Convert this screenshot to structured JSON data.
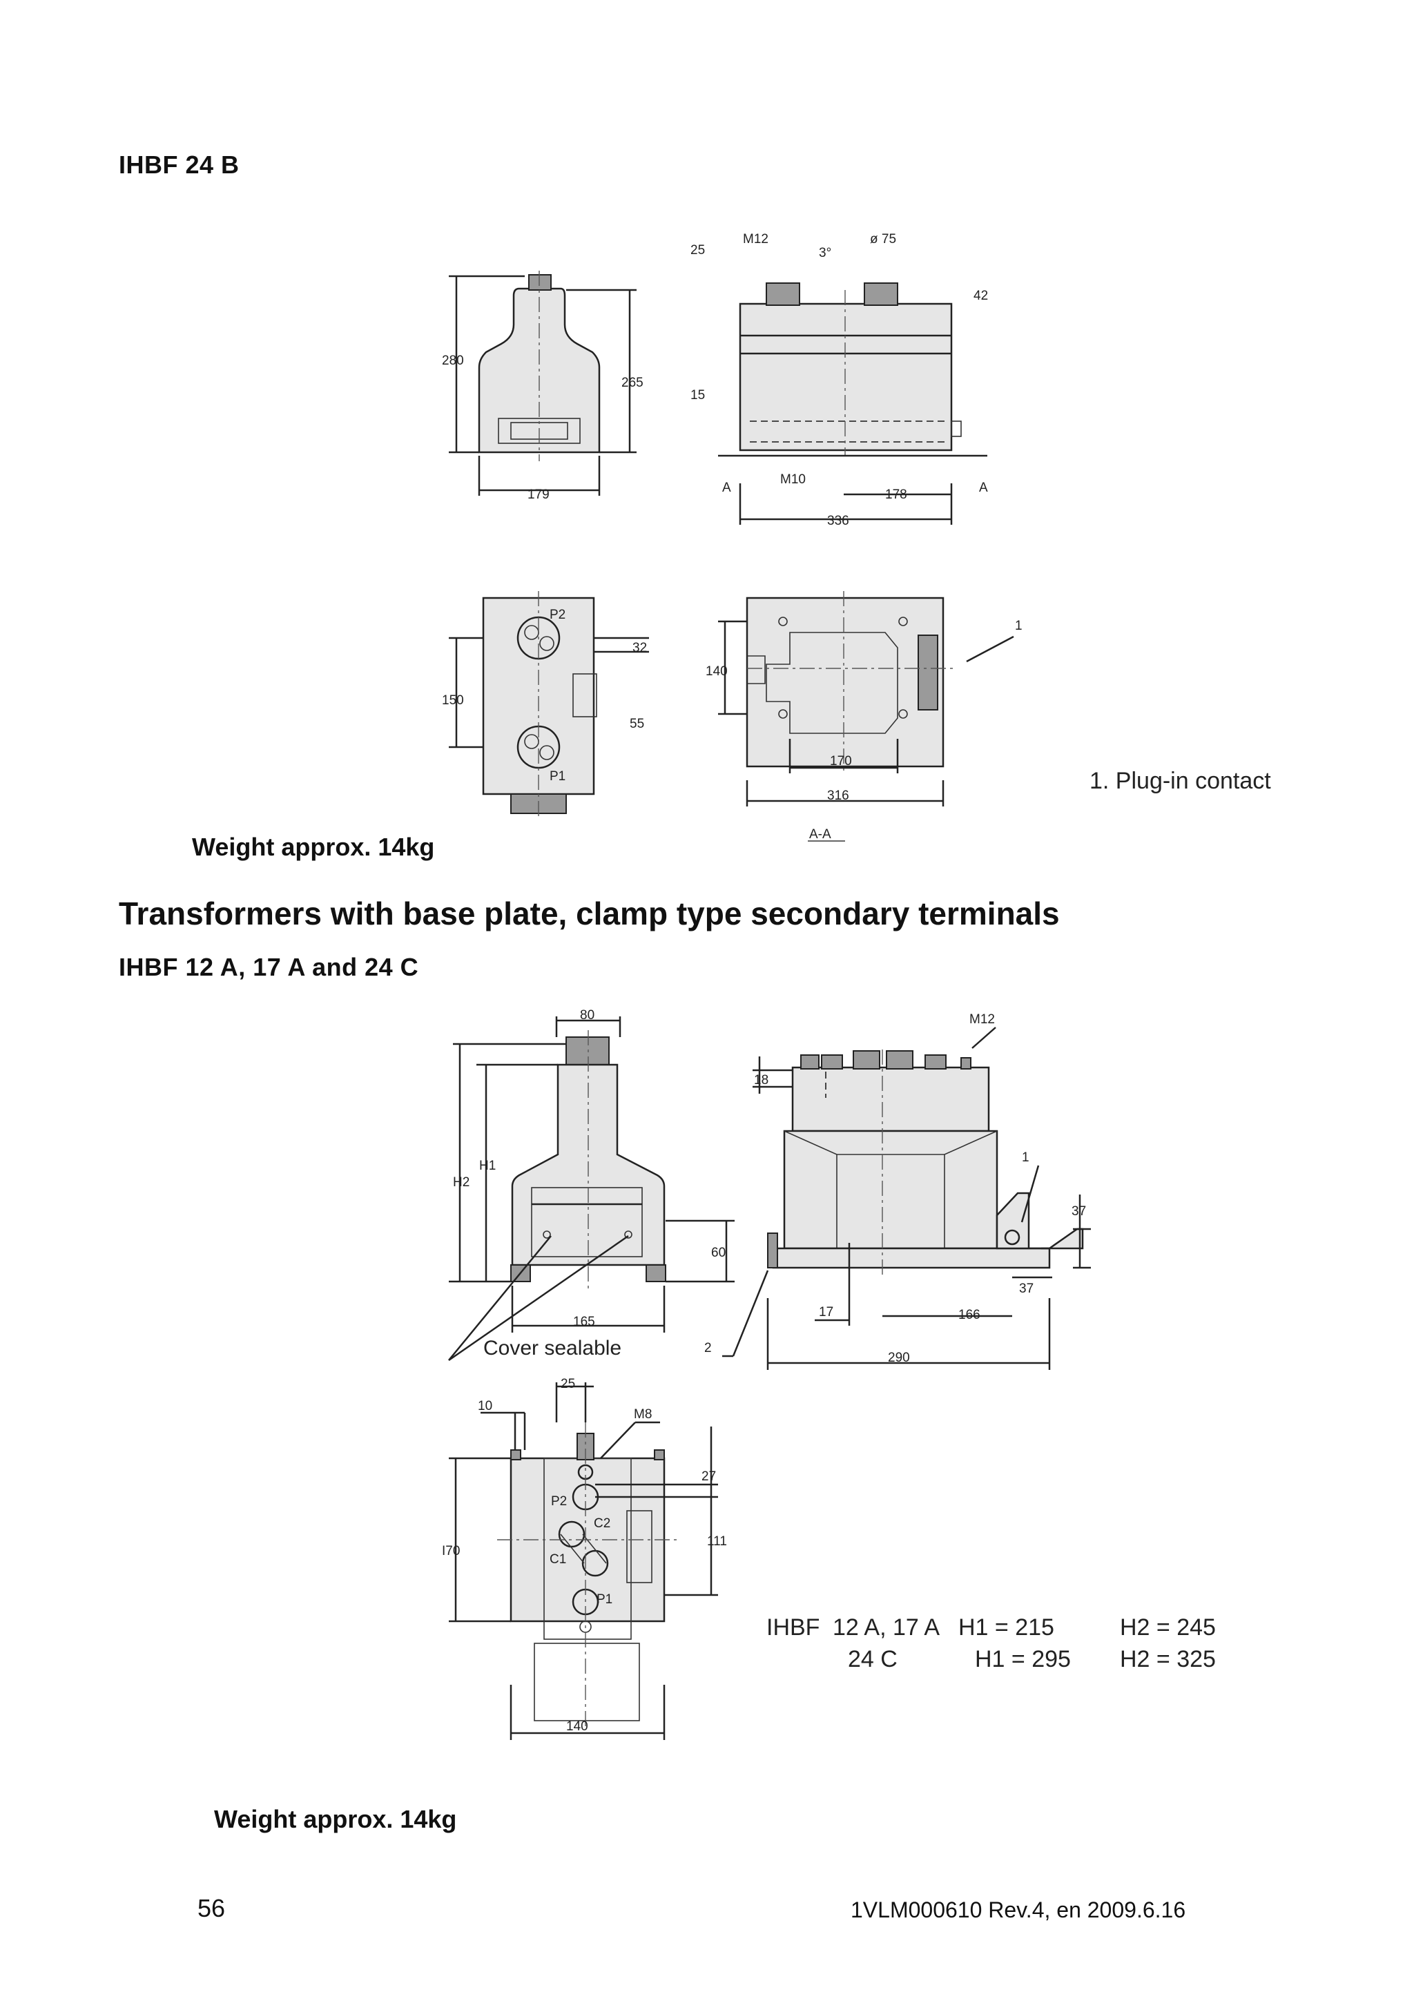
{
  "section1": {
    "model_heading": "IHBF 24 B",
    "weight": "Weight approx. 14kg",
    "note": "1. Plug-in contact",
    "section_label": "A-A",
    "dims": {
      "d280": "280",
      "d265": "265",
      "d179": "179",
      "d25": "25",
      "m12": "M12",
      "d3": "3°",
      "d75": "ø 75",
      "d42": "42",
      "d15": "15",
      "m10": "M10",
      "d178": "178",
      "d336": "336",
      "a": "A",
      "p2": "P2",
      "p1": "P1",
      "d32": "32",
      "d150": "150",
      "d55": "55",
      "d140": "140",
      "d170": "170",
      "d316": "316",
      "one": "1"
    }
  },
  "section2": {
    "heading": "Transformers with base plate, clamp type secondary terminals",
    "model_heading": "IHBF 12 A, 17 A and 24 C",
    "weight": "Weight approx. 14kg",
    "cover_label": "Cover sealable",
    "dims": {
      "d80": "80",
      "h1": "H1",
      "h2": "H2",
      "d60": "60",
      "d165": "165",
      "m12": "M12",
      "d18": "18",
      "one": "1",
      "d37a": "37",
      "d37b": "37",
      "d17": "17",
      "d166": "166",
      "two": "2",
      "d290": "290",
      "d25": "25",
      "d10": "10",
      "m8": "M8",
      "d27": "27",
      "p2": "P2",
      "c2": "C2",
      "c1": "C1",
      "p1": "P1",
      "d170": "I70",
      "d111": "111",
      "d140": "140"
    },
    "table": {
      "label": "IHBF",
      "row1_model": "12 A, 17 A",
      "row1_h1": "H1 = 215",
      "row1_h2": "H2 = 245",
      "row2_model": "24 C",
      "row2_h1": "H1 = 295",
      "row2_h2": "H2 = 325"
    }
  },
  "footer": {
    "page_number": "56",
    "doc_ref": "1VLM000610 Rev.4, en 2009.6.16"
  }
}
